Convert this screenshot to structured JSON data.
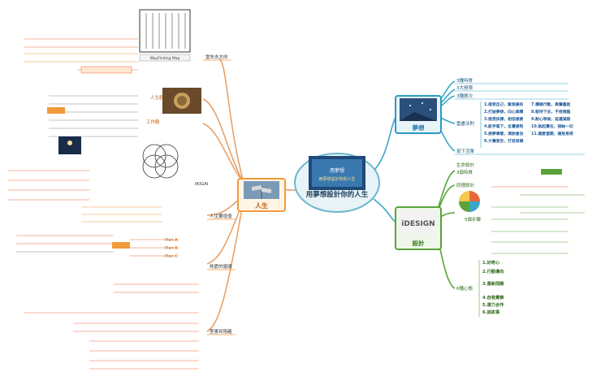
{
  "center": {
    "title": "用夢想設計你的人生",
    "subtitle": "用夢想設計你的人生",
    "image_label": "用夢想"
  },
  "main_nodes": {
    "life": "人生",
    "dream": "夢想",
    "design": "設計"
  },
  "left_branches": [
    "當失去方向",
    "人生觀",
    "工作觀",
    "人生要增值",
    "熱愛的循環",
    "室害到陪確"
  ],
  "dream_branches": [
    "3種特質",
    "3大極限",
    "3種層次",
    "雲盡法則",
    "寫下活單"
  ],
  "dream_rules": [
    "1.接受自己，聚焦擁有",
    "2.打破夢想，向心乘積",
    "3.接受抉擇，相信想要",
    "4.航手寫下，反覆想到",
    "5.想夢事態，演說會治",
    "6.大聲宣告，打從目標",
    "7.積極行動，異聲蓄就",
    "8.堅持下去，不俗限臨",
    "9.耐心等候，延遲滿無",
    "10.執起責任，接納一切",
    "11.擁愛當開，擁抱易得"
  ],
  "design_branches": [
    "生命設計",
    "3個特質",
    "同理設計",
    "5個步驟",
    "6種心態"
  ],
  "design_steps": [
    "1.好奇心",
    "2.行動導向",
    "3.重新問題",
    "4.自我覺察",
    "5.運力合作",
    "6.說故事"
  ],
  "small_labels": {
    "wayfinding": "WayFinding Map",
    "ikigai": "IKIGAI",
    "plan_a": "Plan A",
    "plan_b": "Plan B",
    "plan_c": "Plan C"
  }
}
